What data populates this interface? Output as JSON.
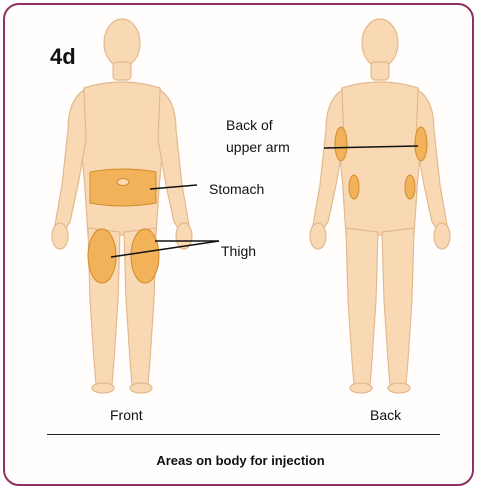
{
  "panel_label": "4d",
  "labels": {
    "back_of_upper_arm_line1": "Back of",
    "back_of_upper_arm_line2": "upper arm",
    "stomach": "Stomach",
    "thigh": "Thigh"
  },
  "views": {
    "front": "Front",
    "back": "Back"
  },
  "caption": "Areas on body for injection",
  "colors": {
    "skin": "#f9d9b4",
    "skin_outline": "#e2b98e",
    "injection_area": "#f2b25a",
    "injection_outline": "#d18a2c",
    "frame": "#8f2f63"
  }
}
